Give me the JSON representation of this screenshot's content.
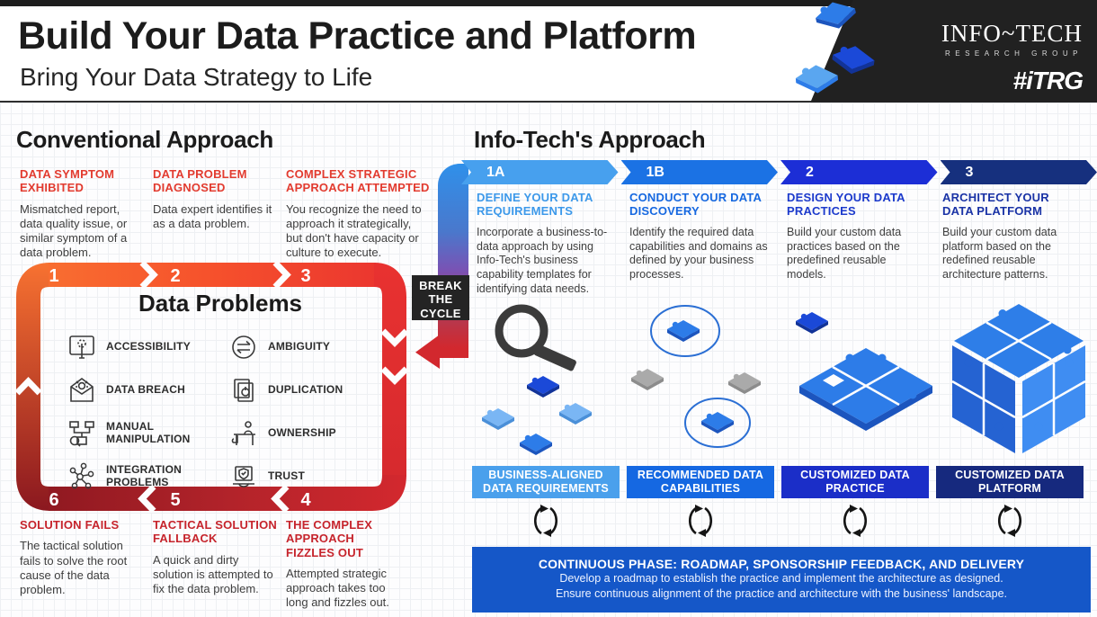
{
  "header": {
    "title": "Build Your Data Practice and Platform",
    "subtitle": "Bring Your Data Strategy to Life",
    "logo": {
      "name": "INFO~TECH",
      "tagline": "RESEARCH GROUP",
      "hashtag": "#iTRG"
    }
  },
  "palette": {
    "cycle_orange": "#f97331",
    "cycle_red": "#e93230",
    "cycle_dark_red": "#8a171f",
    "step_1a": "#47a0ee",
    "step_1b": "#1b72e4",
    "step_2": "#1c2ed6",
    "step_3": "#16307e",
    "banner_blue": "#1557c8",
    "badge_black": "#242424"
  },
  "conventional": {
    "heading": "Conventional Approach",
    "top_steps": [
      {
        "title": "DATA SYMPTOM EXHIBITED",
        "body": "Mismatched report, data quality issue, or similar symptom of a data problem."
      },
      {
        "title": "DATA PROBLEM DIAGNOSED",
        "body": "Data expert identifies it as a data problem."
      },
      {
        "title": "COMPLEX STRATEGIC APPROACH ATTEMPTED",
        "body": "You recognize the need to approach it strategically, but don't have capacity or culture to execute."
      }
    ],
    "bottom_steps": [
      {
        "title": "SOLUTION FAILS",
        "body": "The tactical solution fails to solve the root cause of the data problem."
      },
      {
        "title": "TACTICAL SOLUTION FALLBACK",
        "body": "A quick and dirty solution is attempted to fix the data problem."
      },
      {
        "title": "THE COMPLEX APPROACH FIZZLES OUT",
        "body": "Attempted strategic approach takes too long and fizzles out."
      }
    ],
    "cycle_numbers": [
      "1",
      "2",
      "3",
      "4",
      "5",
      "6"
    ],
    "data_problems": {
      "title": "Data Problems",
      "items": [
        {
          "label": "ACCESSIBILITY",
          "icon": "touch-screen-icon"
        },
        {
          "label": "AMBIGUITY",
          "icon": "opposing-arrows-icon"
        },
        {
          "label": "DATA BREACH",
          "icon": "envelope-bug-icon"
        },
        {
          "label": "DUPLICATION",
          "icon": "duplicate-document-icon"
        },
        {
          "label": "MANUAL MANIPULATION",
          "icon": "flowchart-magnifier-icon"
        },
        {
          "label": "OWNERSHIP",
          "icon": "person-desk-icon"
        },
        {
          "label": "INTEGRATION PROBLEMS",
          "icon": "network-nodes-icon"
        },
        {
          "label": "TRUST",
          "icon": "laptop-shield-icon"
        }
      ]
    },
    "break_lines": [
      "BREAK",
      "THE",
      "CYCLE"
    ]
  },
  "infotech": {
    "heading": "Info-Tech's Approach",
    "steps": [
      {
        "num": "1A",
        "title": "DEFINE YOUR DATA REQUIREMENTS",
        "body": "Incorporate a business-to-data approach by using Info-Tech's business capability templates for identifying data needs.",
        "result": "BUSINESS-ALIGNED DATA REQUIREMENTS"
      },
      {
        "num": "1B",
        "title": "CONDUCT YOUR DATA DISCOVERY",
        "body": "Identify the required data capabilities and domains as defined by your business processes.",
        "result": "RECOMMENDED DATA CAPABILITIES"
      },
      {
        "num": "2",
        "title": "DESIGN YOUR DATA PRACTICES",
        "body": "Build your custom data practices based on the predefined reusable models.",
        "result": "CUSTOMIZED DATA PRACTICE"
      },
      {
        "num": "3",
        "title": "ARCHITECT YOUR DATA PLATFORM",
        "body": "Build your custom data platform based on the redefined reusable architecture patterns.",
        "result": "CUSTOMIZED DATA PLATFORM"
      }
    ],
    "banner": {
      "title": "CONTINUOUS PHASE: ROADMAP, SPONSORSHIP FEEDBACK, AND DELIVERY",
      "line1": "Develop a roadmap to establish the practice and implement the architecture as designed.",
      "line2": "Ensure continuous alignment of the practice and architecture with the business' landscape."
    }
  }
}
